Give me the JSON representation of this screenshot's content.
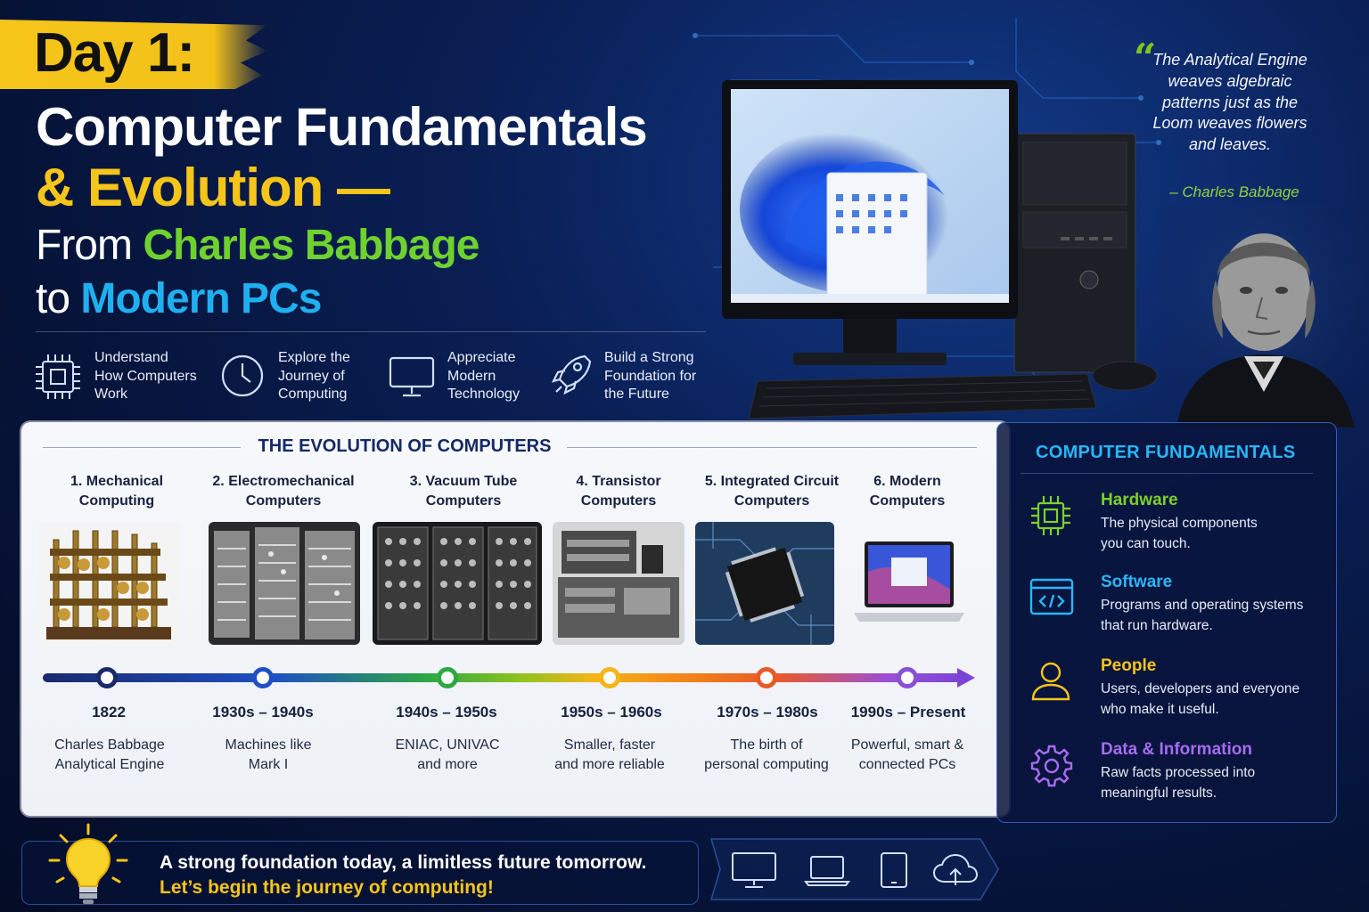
{
  "title": {
    "day": "Day 1:",
    "line1": "Computer Fundamentals",
    "line2": "& Evolution —",
    "line3_prefix": "From ",
    "line3_highlight": "Charles Babbage",
    "line4_prefix": "to ",
    "line4_highlight": "Modern PCs"
  },
  "goals": [
    {
      "icon": "chip-icon",
      "text": "Understand\nHow Computers\nWork"
    },
    {
      "icon": "clock-icon",
      "text": "Explore the\nJourney of\nComputing"
    },
    {
      "icon": "monitor-icon",
      "text": "Appreciate\nModern\nTechnology"
    },
    {
      "icon": "rocket-icon",
      "text": "Build a Strong\nFoundation for\nthe Future"
    }
  ],
  "quote": {
    "text": "The Analytical Engine weaves algebraic patterns just as the Loom weaves flowers and leaves.",
    "author": "– Charles Babbage"
  },
  "evolution": {
    "title": "THE EVOLUTION OF COMPUTERS",
    "eras": [
      {
        "name": "1. Mechanical\nComputing",
        "year": "1822",
        "desc": "Charles Babbage\nAnalytical Engine",
        "color": "#1a2a6c"
      },
      {
        "name": "2. Electromechanical\nComputers",
        "year": "1930s – 1940s",
        "desc": "Machines like\nMark I",
        "color": "#1e4fc4"
      },
      {
        "name": "3. Vacuum Tube\nComputers",
        "year": "1940s – 1950s",
        "desc": "ENIAC, UNIVAC\nand more",
        "color": "#2ea844"
      },
      {
        "name": "4. Transistor\nComputers",
        "year": "1950s – 1960s",
        "desc": "Smaller, faster\nand more reliable",
        "color": "#f5b518"
      },
      {
        "name": "5. Integrated Circuit\nComputers",
        "year": "1970s – 1980s",
        "desc": "The birth of\npersonal computing",
        "color": "#e85a2a"
      },
      {
        "name": "6. Modern\nComputers",
        "year": "1990s – Present",
        "desc": "Powerful, smart &\nconnected PCs",
        "color": "#8a4fd6"
      }
    ]
  },
  "fundamentals": {
    "title": "COMPUTER FUNDAMENTALS",
    "items": [
      {
        "icon": "cpu-icon",
        "heading": "Hardware",
        "text": "The physical components\nyou can touch.",
        "color": "#7cd12a"
      },
      {
        "icon": "code-window-icon",
        "heading": "Software",
        "text": "Programs and operating systems\nthat run hardware.",
        "color": "#29b6f6"
      },
      {
        "icon": "person-icon",
        "heading": "People",
        "text": "Users, developers and everyone\nwho make it useful.",
        "color": "#f6c51a"
      },
      {
        "icon": "gear-icon",
        "heading": "Data & Information",
        "text": "Raw facts processed into\nmeaningful results.",
        "color": "#a66cf0"
      }
    ]
  },
  "footer": {
    "line1": "A strong foundation today, a limitless future tomorrow.",
    "line2": "Let’s begin the journey of computing!",
    "icons": [
      "desktop-icon",
      "laptop-icon",
      "tablet-icon",
      "cloud-icon"
    ]
  }
}
